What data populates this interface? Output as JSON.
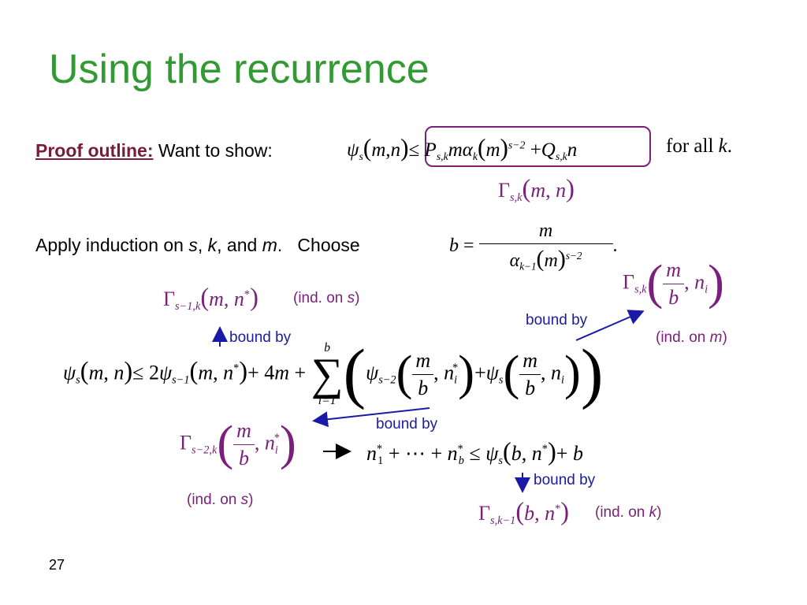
{
  "slide": {
    "title": "Using the recurrence",
    "page_number": "27"
  },
  "line1": {
    "proof_label": "Proof outline:",
    "want": "Want to show:",
    "for_all": "for all ",
    "k": "k",
    "period": "."
  },
  "line2": {
    "apply": "Apply induction on ",
    "s": "s",
    "comma1": ", ",
    "k": "k",
    "and": ", and ",
    "m": "m",
    "dot": ".",
    "choose": "Choose"
  },
  "annotations": {
    "bound_by": "bound by",
    "ind_on": "(ind. on ",
    "close": ")",
    "s": "s",
    "m": "m",
    "k": "k"
  },
  "colors": {
    "title": "#339933",
    "proof_label": "#7a1b3a",
    "gamma_terms": "#7a1f7a",
    "bound_by_text": "#1a1aa6",
    "arrows": "#1a1aa6"
  }
}
